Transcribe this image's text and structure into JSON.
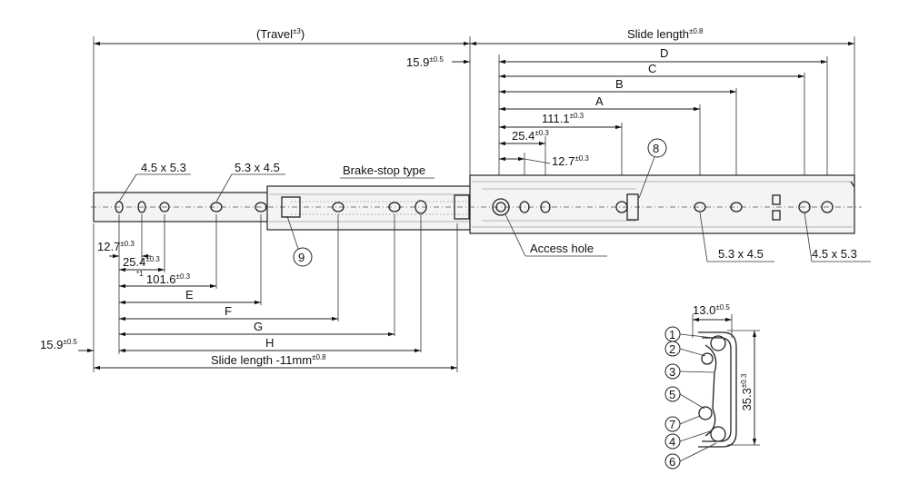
{
  "top": {
    "travel": {
      "text": "(Travel",
      "tol": "±3",
      "close": ")"
    },
    "slide_length": {
      "text": "Slide length",
      "tol": "±0.8"
    },
    "offset_top": {
      "text": "15.9",
      "tol": "±0.5"
    },
    "D": "D",
    "C": "C",
    "B": "B",
    "A": "A",
    "d111": {
      "text": "111.1",
      "tol": "±0.3"
    },
    "d25_top": {
      "text": "25.4",
      "tol": "±0.3"
    },
    "d12_top": {
      "text": "12.7",
      "tol": "±0.3"
    }
  },
  "labels": {
    "hole_left_top": "4.5 x 5.3",
    "hole_mid_top": "5.3 x 4.5",
    "brake_stop": "Brake-stop type",
    "access_hole": "Access hole",
    "hole_right_mid": "5.3 x 4.5",
    "hole_right_end": "4.5 x 5.3"
  },
  "bottom": {
    "d12": {
      "text": "12.7",
      "tol": "±0.3"
    },
    "d25": {
      "text": "25.4",
      "tol": "±0.3"
    },
    "star": "*1",
    "d101": {
      "text": "101.6",
      "tol": "±0.3"
    },
    "E": "E",
    "F": "F",
    "G": "G",
    "H": "H",
    "offset_bottom": {
      "text": "15.9",
      "tol": "±0.5"
    },
    "slide_minus": {
      "text": "Slide length -11mm",
      "tol": "±0.8"
    }
  },
  "section": {
    "width": {
      "text": "13.0",
      "tol": "±0.5"
    },
    "height": {
      "text": "35.3",
      "tol": "±0.3"
    },
    "callouts": [
      "1",
      "2",
      "3",
      "5",
      "7",
      "4",
      "6"
    ]
  },
  "balloons": {
    "b8": "8",
    "b9": "9"
  }
}
